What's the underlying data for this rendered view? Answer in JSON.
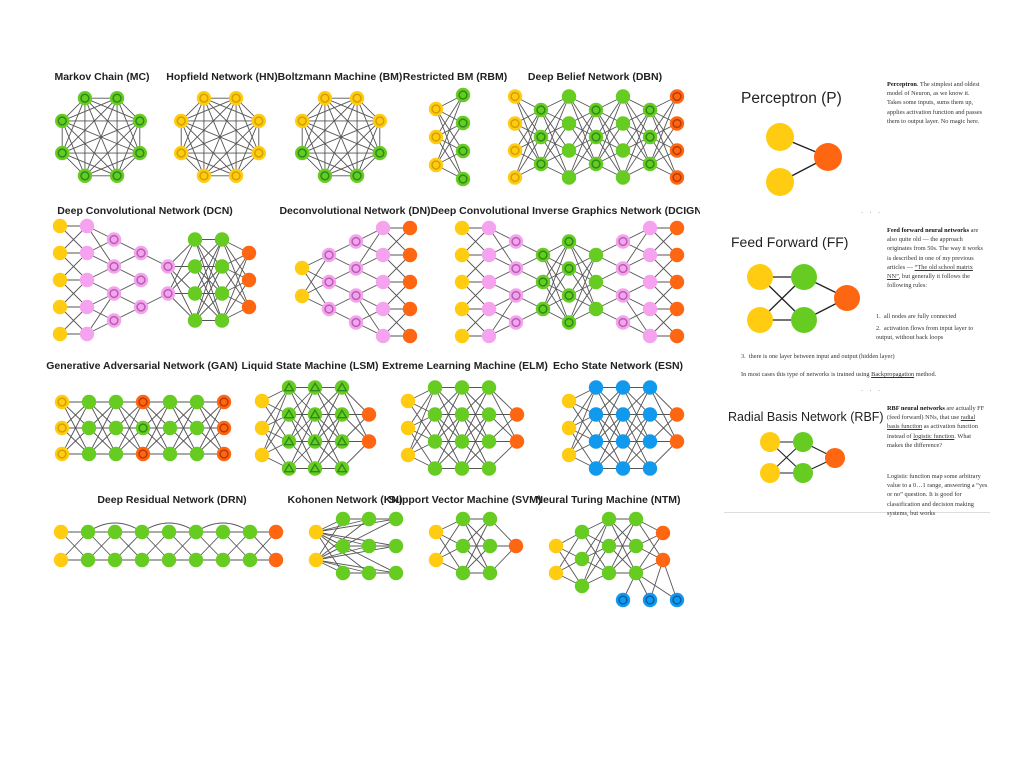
{
  "networks": [
    {
      "key": "mc",
      "title": "Markov Chain (MC)"
    },
    {
      "key": "hn",
      "title": "Hopfield Network (HN)"
    },
    {
      "key": "bm",
      "title": "Boltzmann Machine (BM)"
    },
    {
      "key": "rbm",
      "title": "Restricted BM (RBM)"
    },
    {
      "key": "dbn",
      "title": "Deep Belief Network (DBN)"
    },
    {
      "key": "dcn",
      "title": "Deep Convolutional Network (DCN)"
    },
    {
      "key": "dn",
      "title": "Deconvolutional Network (DN)"
    },
    {
      "key": "dcign",
      "title": "Deep Convolutional Inverse Graphics Network (DCIGN)"
    },
    {
      "key": "gan",
      "title": "Generative Adversarial Network (GAN)"
    },
    {
      "key": "lsm",
      "title": "Liquid State Machine (LSM)"
    },
    {
      "key": "elm",
      "title": "Extreme Learning Machine (ELM)"
    },
    {
      "key": "esn",
      "title": "Echo State Network (ESN)"
    },
    {
      "key": "drn",
      "title": "Deep Residual Network (DRN)"
    },
    {
      "key": "kn",
      "title": "Kohonen Network (KN)"
    },
    {
      "key": "svm",
      "title": "Support Vector Machine (SVM)"
    },
    {
      "key": "ntm",
      "title": "Neural Turing Machine (NTM)"
    }
  ],
  "colors": {
    "yellow": "#FFCC11",
    "green": "#66CC22",
    "pink": "#F5A3EE",
    "orange": "#FF6611",
    "blue": "#1199EE",
    "yellow_ring": "#D4A000",
    "green_ring": "#2E8B1A",
    "pink_ring": "#B45FB0",
    "orange_ring": "#B93A00",
    "blue_ring": "#0A5EA8"
  },
  "article": {
    "perceptron": {
      "title": "Perceptron (P)",
      "lead": "Perceptron",
      "text": ". The simplest and oldest model of Neuron, as we know it. Takes some inputs, sums them up, applies activation function and passes them to output layer. No magic here."
    },
    "ellipsis": ". . .",
    "ff": {
      "title": "Feed Forward (FF)",
      "lead": "Feed forward neural networks",
      "text1": " are also quite old — the approach originates from 50s. The way it works is described in one of my previous articles — ",
      "link1": "“The old school matrix NN”",
      "text2": ", but generally it follows the following rules:",
      "rules": [
        "all nodes are fully connected",
        "activation flows from input layer to output, without back loops",
        "there is one layer between input and output (hidden layer)"
      ],
      "rule_numbers": [
        "1.",
        "2.",
        "3."
      ],
      "note1": "In most cases this type of networks is trained using ",
      "note_link": "Backpropagation",
      "note2": " method."
    },
    "rbf": {
      "title": "Radial Basis Network (RBF)",
      "lead": "RBF neural networks",
      "text1": " are actually FF (feed forward) NNs, that use ",
      "link1": "radial basis function",
      "text2": " as activation function instead of ",
      "link2": "logistic function",
      "text3": ". What makes the difference?",
      "text4": "Logistic function map some arbitrary value to a 0…1 range, answering a “yes or no” question. It is good for classification and decision making systems, but works"
    }
  }
}
